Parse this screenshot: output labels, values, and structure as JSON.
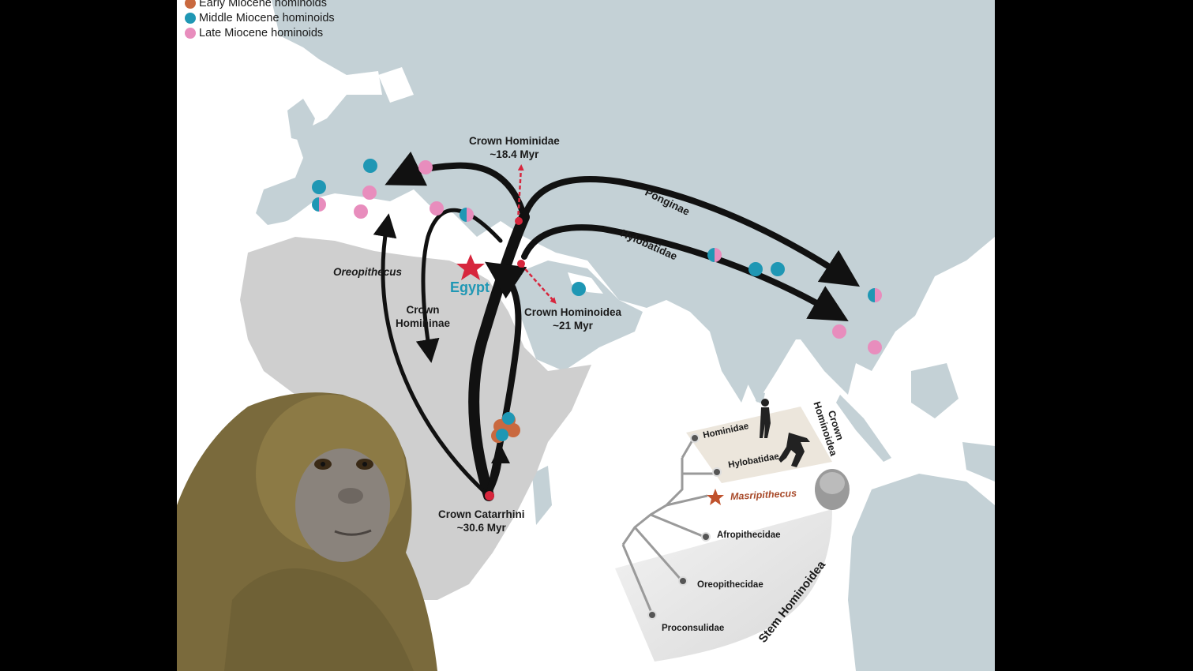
{
  "legend": [
    {
      "label": "Early Miocene hominoids",
      "color": "#c9693f"
    },
    {
      "label": "Middle Miocene hominoids",
      "color": "#1f97b4"
    },
    {
      "label": "Late Miocene hominoids",
      "color": "#e88dbd"
    }
  ],
  "colors": {
    "land_eurasia": "#c4d1d6",
    "land_africa": "#cfcfcf",
    "arrow": "#111111",
    "node": "#d7263d",
    "star": "#d7263d"
  },
  "labels": {
    "crown_hominidae": "Crown Hominidae",
    "crown_hominidae_age": "~18.4 Myr",
    "crown_hominoidea": "Crown Hominoidea",
    "crown_hominoidea_age": "~21 Myr",
    "crown_catarrhini": "Crown Catarrhini",
    "crown_catarrhini_age": "~30.6 Myr",
    "crown_homininae_1": "Crown",
    "crown_homininae_2": "Homininae",
    "oreopithecus": "Oreopithecus",
    "egypt": "Egypt",
    "ponginae": "Ponginae",
    "hylobatidae_route": "Hylobatidae"
  },
  "tree": {
    "hominidae": "Hominidae",
    "hylobatidae": "Hylobatidae",
    "masripithecus": "Masripithecus",
    "afropithecidae": "Afropithecidae",
    "oreopithecidae": "Oreopithecidae",
    "proconsulidae": "Proconsulidae",
    "crown_hominoidea_1": "Crown",
    "crown_hominoidea_2": "Hominoidea",
    "stem_hominoidea": "Stem Hominoidea"
  }
}
